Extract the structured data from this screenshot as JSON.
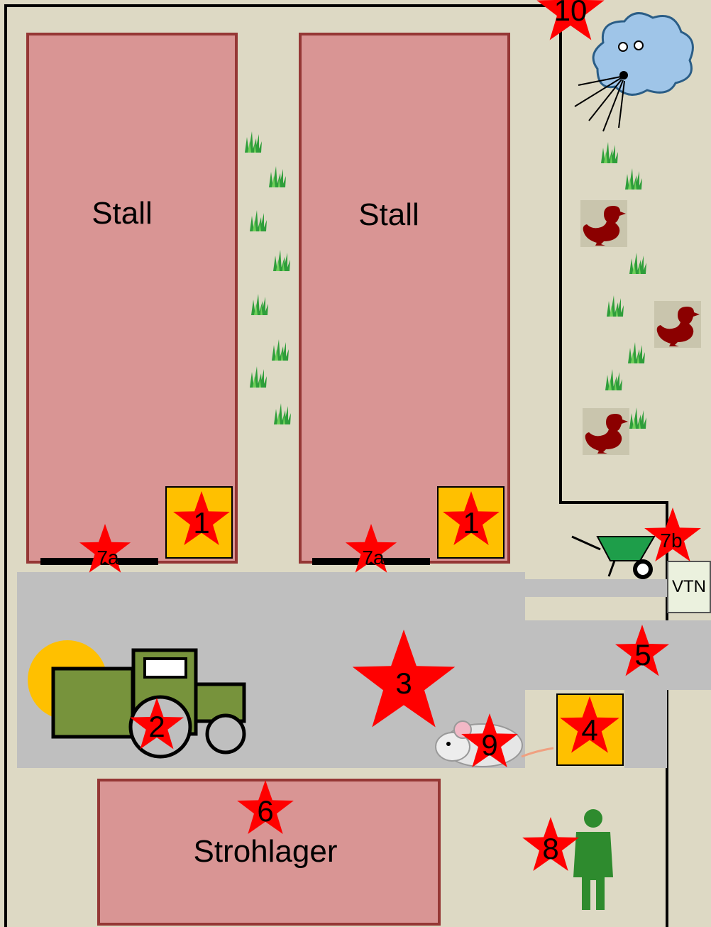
{
  "buildings": {
    "stall_left_label": "Stall",
    "stall_right_label": "Stall",
    "straw_label": "Strohlager",
    "vtn_label": "VTN"
  },
  "markers": {
    "m1_left": "1",
    "m1_right": "1",
    "m2": "2",
    "m3": "3",
    "m4": "4",
    "m5": "5",
    "m6": "6",
    "m7a_left": "7a",
    "m7a_right": "7a",
    "m7b": "7b",
    "m8": "8",
    "m9": "9",
    "m10": "10"
  },
  "colors": {
    "background": "#ddd9c4",
    "building_fill": "#d99594",
    "building_stroke": "#953735",
    "road": "#bfbfbf",
    "star": "#ff0000",
    "box": "#ffc000",
    "tractor": "#77933c",
    "grass": "#2e9e3a",
    "duck": "#8b0000",
    "person": "#2e8b2e"
  },
  "icons": [
    "tractor-icon",
    "mouse-icon",
    "person-icon",
    "wheelbarrow-icon",
    "wind-cloud-icon",
    "duck-icon",
    "grass-icon",
    "star-icon"
  ]
}
